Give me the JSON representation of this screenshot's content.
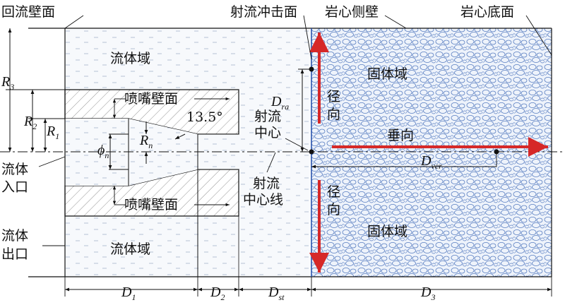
{
  "labels": {
    "return_wall": "回流壁面",
    "jet_impact_face": "射流冲击面",
    "core_side_wall": "岩心侧壁",
    "core_bottom_face": "岩心底面",
    "fluid_domain_top": "流体域",
    "fluid_domain_bottom": "流体域",
    "solid_domain_top": "固体域",
    "solid_domain_bottom": "固体域",
    "nozzle_wall_top": "喷嘴壁面",
    "nozzle_wall_bottom": "喷嘴壁面",
    "angle": "13.5°",
    "jet_center_line1": "射流",
    "jet_center_line2": "中心",
    "jet_centerline_line1": "射流",
    "jet_centerline_line2": "中心线",
    "fluid_inlet_line1": "流体",
    "fluid_inlet_line2": "入口",
    "fluid_outlet_line1": "流体",
    "fluid_outlet_line2": "出口",
    "radial_top_1": "径",
    "radial_top_2": "向",
    "radial_bottom_1": "径",
    "radial_bottom_2": "向",
    "vertical": "垂向"
  },
  "symbols": {
    "R3": {
      "main": "R",
      "sub": "3"
    },
    "R2": {
      "main": "R",
      "sub": "2"
    },
    "R1": {
      "main": "R",
      "sub": "1"
    },
    "Rn": {
      "main": "R",
      "sub": "n"
    },
    "phi_n": {
      "main": "ϕ",
      "sub": "n"
    },
    "D_ra": {
      "main": "D",
      "sub": "ra"
    },
    "D_ver": {
      "main": "D",
      "sub": "ver"
    },
    "D1": {
      "main": "D",
      "sub": "1"
    },
    "D2": {
      "main": "D",
      "sub": "2"
    },
    "D_st": {
      "main": "D",
      "sub": "st"
    },
    "D3": {
      "main": "D",
      "sub": "3"
    }
  },
  "colors": {
    "arrow": "#d62828",
    "outline": "#111111",
    "rock_fill": "#eef3fb",
    "rock_stroke": "#5a7fc2",
    "fluid_fill": "#f7f9fc",
    "hatch": "#777777"
  }
}
